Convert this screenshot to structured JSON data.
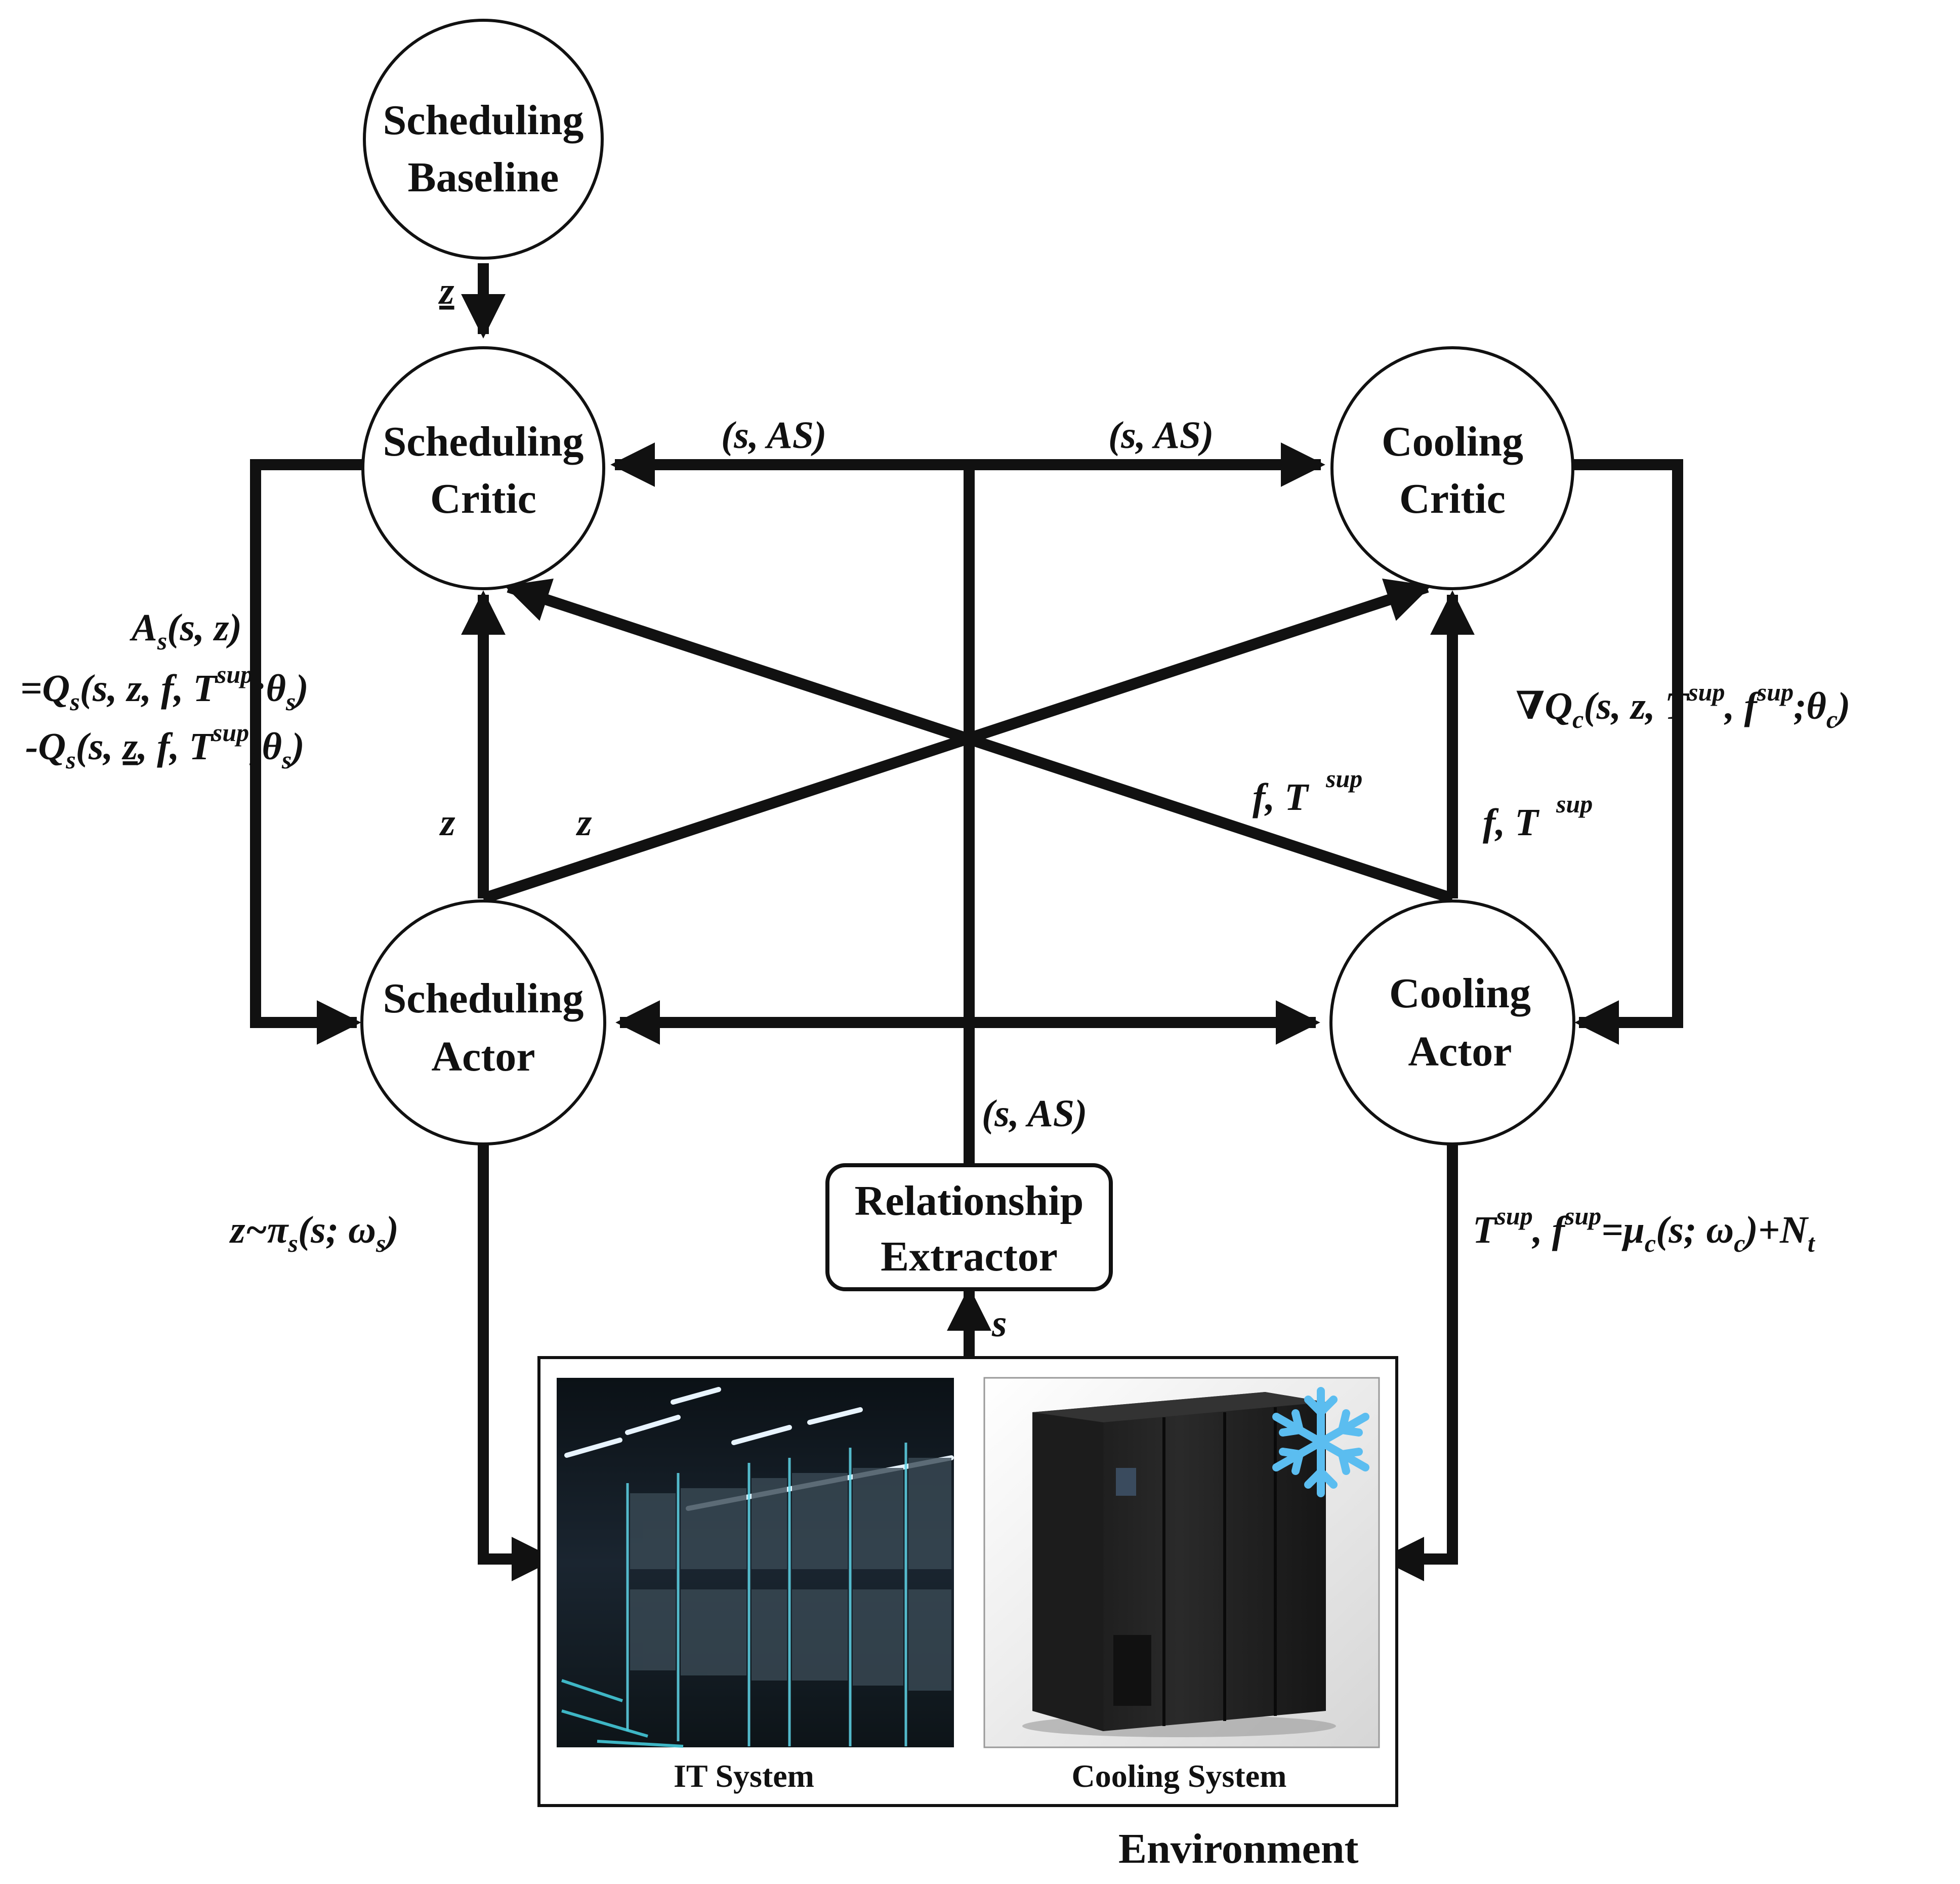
{
  "nodes": {
    "scheduling_baseline": {
      "line1": "Scheduling",
      "line2": "Baseline"
    },
    "scheduling_critic": {
      "line1": "Scheduling",
      "line2": "Critic"
    },
    "cooling_critic": {
      "line1": "Cooling",
      "line2": "Critic"
    },
    "scheduling_actor": {
      "line1": "Scheduling",
      "line2": "Actor"
    },
    "cooling_actor": {
      "line1": "Cooling",
      "line2": "Actor"
    },
    "relationship_extractor": {
      "line1": "Relationship",
      "line2": "Extractor"
    }
  },
  "labels": {
    "baseline_z": "z",
    "s_AS_left": "(s, AS)",
    "s_AS_right": "(s, AS)",
    "s_AS_center": "(s, AS)",
    "z_left": "z",
    "z_right": "z",
    "f_T_sup_center": "f, T",
    "f_T_sup_right": "f, T",
    "sup": "sup",
    "env_s": "s"
  },
  "advantage": {
    "A": "A",
    "A_sub": "s",
    "A_args": "(s, z)",
    "eq1_prefix": "=Q",
    "eq1_sub": "s",
    "eq1_args": "(s, z, f, T",
    "eq1_sup": "sup",
    "eq1_tail": ";θ",
    "eq1_tail_sub": "s",
    "eq1_close": ")",
    "eq2_prefix": "-Q",
    "eq2_sub": "s",
    "eq2_args_a": "(s, ",
    "eq2_z": "z",
    "eq2_args_b": ", f, T",
    "eq2_sup": "sup",
    "eq2_tail": ";θ",
    "eq2_tail_sub": "s",
    "eq2_close": ")"
  },
  "gradient": {
    "nabla": "∇",
    "Q": "Q",
    "Q_sub": "c",
    "args": "(s, z, T",
    "sup1": "sup",
    "mid": ", f",
    "sup2": "sup",
    "tail": ";θ",
    "tail_sub": "c",
    "close": ")"
  },
  "policy_sched": {
    "text": "z~π",
    "sub": "s",
    "args": "(s; ω",
    "args_sub": "s",
    "close": ")"
  },
  "policy_cool": {
    "T": "T",
    "sup1": "sup",
    "mid": ", f",
    "sup2": "sup",
    "eq": "=μ",
    "eq_sub": "c",
    "args": "(s; ω",
    "args_sub": "c",
    "plus": ")+N",
    "plus_sub": "t"
  },
  "environment": {
    "title": "Environment",
    "it_caption": "IT System",
    "cooling_caption": "Cooling System"
  }
}
